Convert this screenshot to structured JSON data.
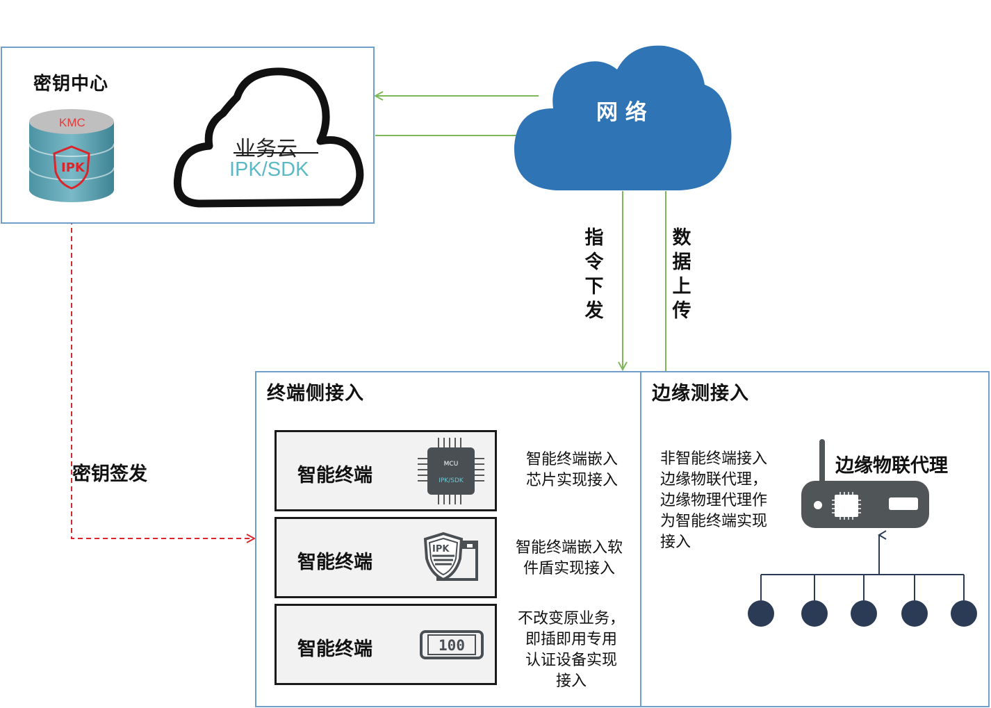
{
  "key_center": {
    "title": "密钥中心",
    "kmc_label": "KMC"
  },
  "business_cloud": {
    "line1": "业务云",
    "line2": "IPK/SDK"
  },
  "network": {
    "label": "网 络"
  },
  "flows": {
    "command_down": [
      "指",
      "令",
      "下",
      "发"
    ],
    "data_up": [
      "数",
      "据",
      "上",
      "传"
    ],
    "key_issue": "密钥签发"
  },
  "terminal_side": {
    "title": "终端侧接入",
    "cards": [
      {
        "label": "智能终端",
        "icon": "mcu-chip-icon",
        "chip_top": "MCU",
        "chip_bottom": "IPK/SDK",
        "desc": [
          "智能终端嵌入",
          "芯片实现接入"
        ]
      },
      {
        "label": "智能终端",
        "icon": "software-shield-icon",
        "shield_text": "IPK",
        "desc": [
          "智能终端嵌入软",
          "件盾实现接入"
        ]
      },
      {
        "label": "智能终端",
        "icon": "usb-key-icon",
        "key_text": "100",
        "desc": [
          "不改变原业务，",
          "即插即用专用",
          "认证设备实现",
          "接入"
        ]
      }
    ]
  },
  "edge_side": {
    "title": "边缘测接入",
    "desc": [
      "非智能终端接入",
      "边缘物联代理，",
      "边缘物理代理作",
      "为智能终端实现",
      "接入"
    ],
    "agent_label": "边缘物联代理"
  },
  "colors": {
    "box_border": "#6f9ec8",
    "green_line": "#7cb85a",
    "red_dash": "#d9262c",
    "cloud_blue": "#2f74b5",
    "device_gray": "#505558",
    "node_navy": "#2c3b55"
  }
}
